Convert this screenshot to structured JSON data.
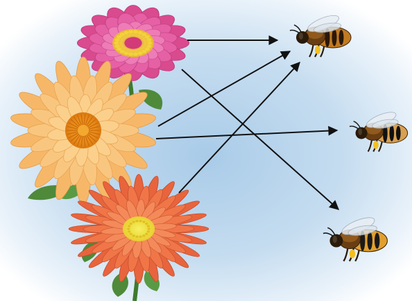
{
  "diagram": {
    "type": "pollination-network",
    "flowers": [
      {
        "id": "flower-pink"
      },
      {
        "id": "flower-yellow"
      },
      {
        "id": "flower-red"
      }
    ],
    "bees": [
      {
        "id": "bee-top"
      },
      {
        "id": "bee-middle"
      },
      {
        "id": "bee-bottom"
      }
    ],
    "links": [
      {
        "from": "flower-pink",
        "to": "bee-top"
      },
      {
        "from": "flower-pink",
        "to": "bee-bottom"
      },
      {
        "from": "flower-yellow",
        "to": "bee-top"
      },
      {
        "from": "flower-yellow",
        "to": "bee-middle"
      },
      {
        "from": "flower-red",
        "to": "bee-top"
      }
    ]
  },
  "colors": {
    "sky": "#bcd8ee",
    "arrow": "#111111",
    "pink_petal": "#e0569a",
    "yellow_petal": "#f6b868",
    "red_petal": "#e8643c",
    "leaf": "#4e8a3a"
  }
}
